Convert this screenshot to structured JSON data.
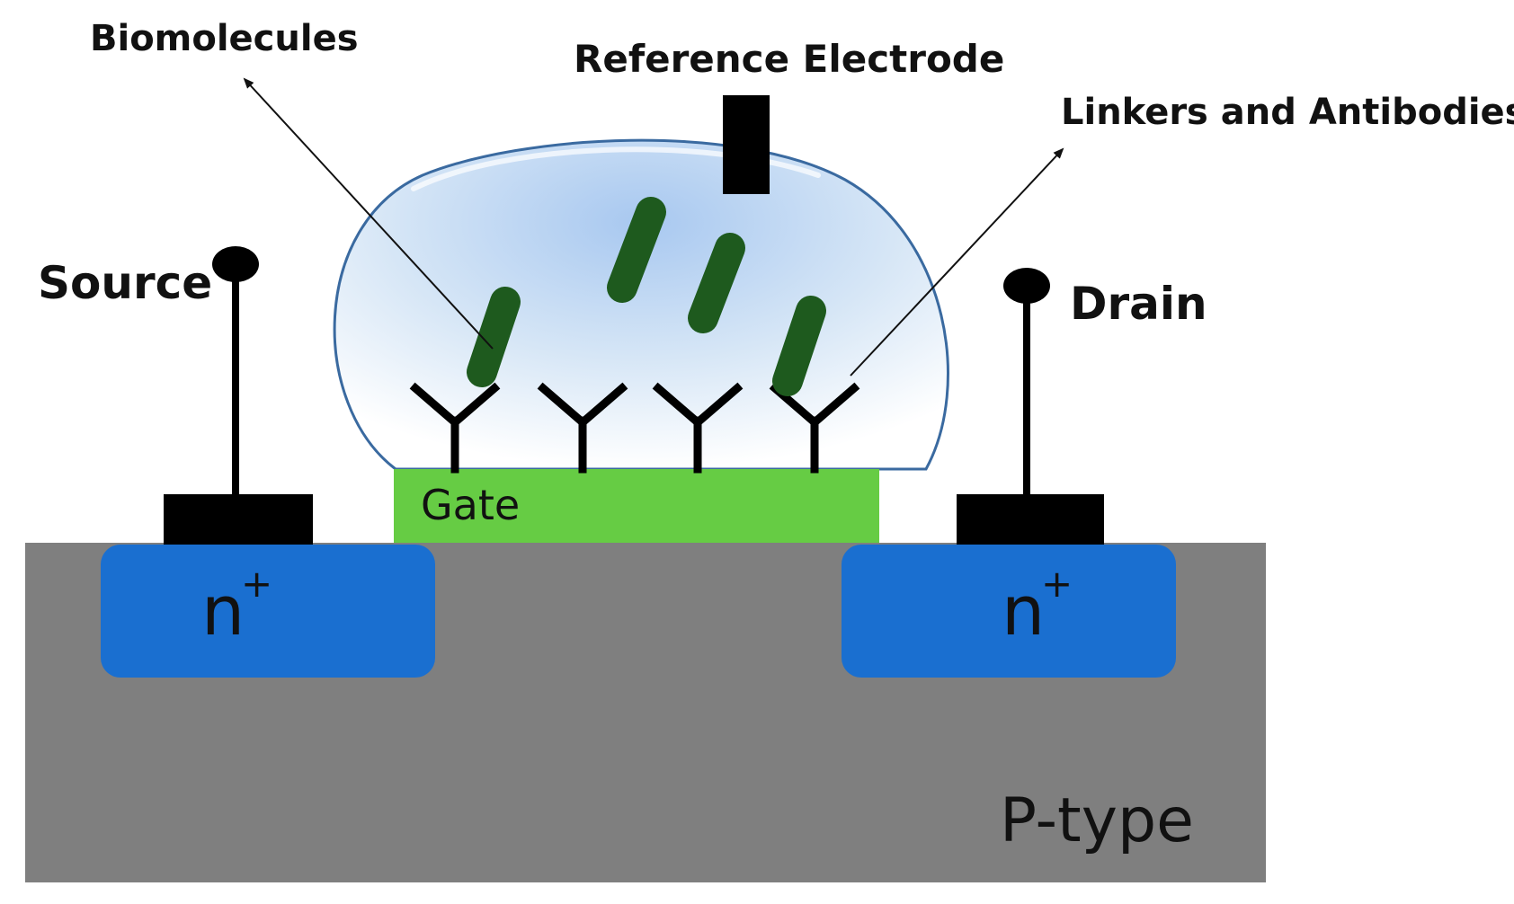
{
  "labels": {
    "biomolecules": "Biomolecules",
    "reference_electrode": "Reference Electrode",
    "linkers_antibodies": "Linkers and Antibodies",
    "source": "Source",
    "drain": "Drain",
    "gate": "Gate",
    "n_plus": "n",
    "plus_sign": "+",
    "p_type": "P-type"
  },
  "colors": {
    "substrate": "#7f7f7f",
    "n_region": "#1a6fd0",
    "gate": "#66cc44",
    "contact": "#000000",
    "biomolecule": "#1e5a1e",
    "droplet_edge": "#3a6aa0"
  }
}
